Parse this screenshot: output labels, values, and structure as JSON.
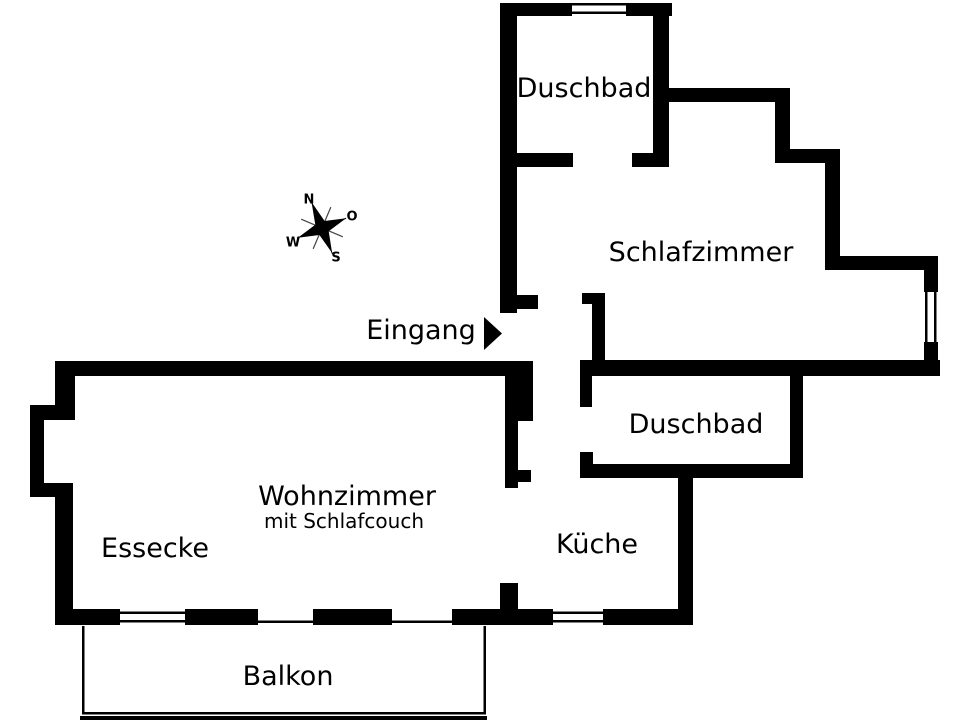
{
  "floorplan": {
    "colors": {
      "wall": "#000000",
      "background": "#ffffff",
      "text": "#000000"
    },
    "rooms": {
      "duschbad_top": {
        "label": "Duschbad"
      },
      "schlafzimmer": {
        "label": "Schlafzimmer"
      },
      "duschbad_right": {
        "label": "Duschbad"
      },
      "wohnzimmer": {
        "label": "Wohnzimmer",
        "sublabel": "mit Schlafcouch"
      },
      "essecke": {
        "label": "Essecke"
      },
      "kueche": {
        "label": "Küche"
      },
      "balkon": {
        "label": "Balkon"
      }
    },
    "entrance": {
      "label": "Eingang"
    },
    "compass": {
      "north": "N",
      "east": "O",
      "south": "S",
      "west": "W"
    }
  }
}
